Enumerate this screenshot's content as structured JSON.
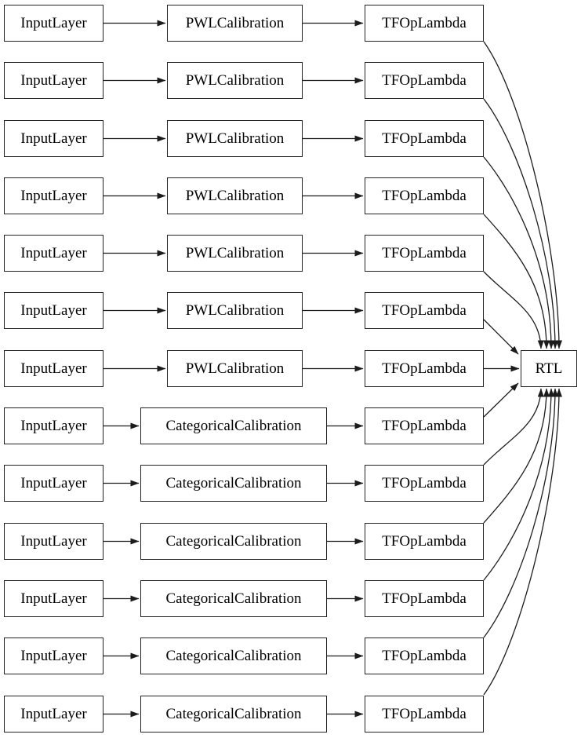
{
  "diagram": {
    "final_node": "RTL",
    "node_border_color": "#222222",
    "edge_color": "#1c1c1c",
    "rows": [
      {
        "input": "InputLayer",
        "calibration": "PWLCalibration",
        "lambda": "TFOpLambda"
      },
      {
        "input": "InputLayer",
        "calibration": "PWLCalibration",
        "lambda": "TFOpLambda"
      },
      {
        "input": "InputLayer",
        "calibration": "PWLCalibration",
        "lambda": "TFOpLambda"
      },
      {
        "input": "InputLayer",
        "calibration": "PWLCalibration",
        "lambda": "TFOpLambda"
      },
      {
        "input": "InputLayer",
        "calibration": "PWLCalibration",
        "lambda": "TFOpLambda"
      },
      {
        "input": "InputLayer",
        "calibration": "PWLCalibration",
        "lambda": "TFOpLambda"
      },
      {
        "input": "InputLayer",
        "calibration": "PWLCalibration",
        "lambda": "TFOpLambda"
      },
      {
        "input": "InputLayer",
        "calibration": "CategoricalCalibration",
        "lambda": "TFOpLambda"
      },
      {
        "input": "InputLayer",
        "calibration": "CategoricalCalibration",
        "lambda": "TFOpLambda"
      },
      {
        "input": "InputLayer",
        "calibration": "CategoricalCalibration",
        "lambda": "TFOpLambda"
      },
      {
        "input": "InputLayer",
        "calibration": "CategoricalCalibration",
        "lambda": "TFOpLambda"
      },
      {
        "input": "InputLayer",
        "calibration": "CategoricalCalibration",
        "lambda": "TFOpLambda"
      },
      {
        "input": "InputLayer",
        "calibration": "CategoricalCalibration",
        "lambda": "TFOpLambda"
      }
    ]
  }
}
